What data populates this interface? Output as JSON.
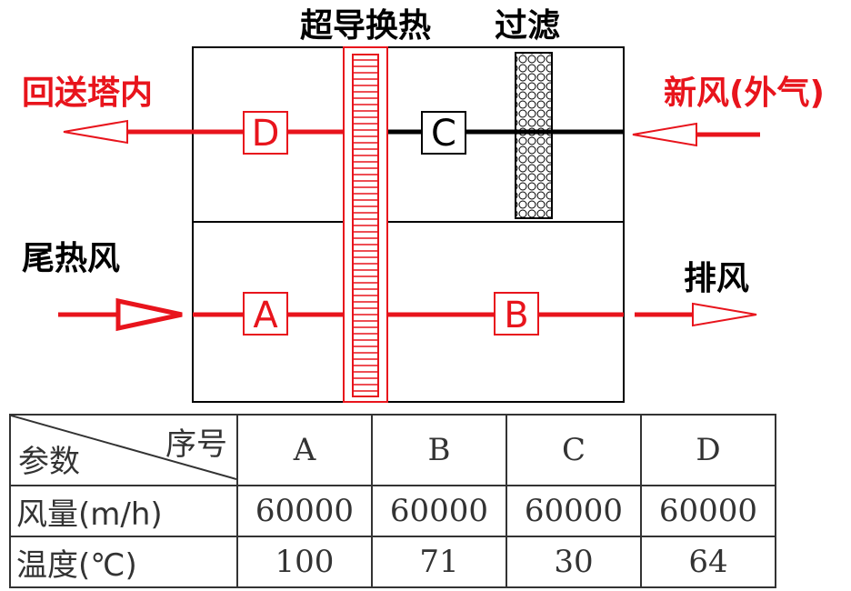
{
  "labels": {
    "exchanger": "超导换热",
    "filter": "过滤",
    "return_to_tower": "回送塔内",
    "fresh_air": "新风(外气)",
    "waste_heat_air": "尾热风",
    "exhaust": "排风"
  },
  "nodes": {
    "A": "A",
    "B": "B",
    "C": "C",
    "D": "D"
  },
  "table": {
    "corner_top": "序号",
    "corner_bottom": "参数",
    "columns": [
      "A",
      "B",
      "C",
      "D"
    ],
    "rows": [
      {
        "label": "风量(m/h)",
        "values": [
          "60000",
          "60000",
          "60000",
          "60000"
        ]
      },
      {
        "label": "温度(℃)",
        "values": [
          "100",
          "71",
          "30",
          "64"
        ]
      }
    ]
  },
  "colors": {
    "red": "#e8141c",
    "black": "#000000"
  }
}
